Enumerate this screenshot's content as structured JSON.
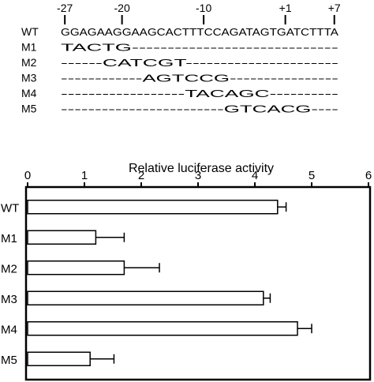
{
  "sequence_panel": {
    "positions": [
      {
        "label": "-27",
        "index": 0
      },
      {
        "label": "-20",
        "index": 7
      },
      {
        "label": "-10",
        "index": 17
      },
      {
        "label": "+1",
        "index": 27
      },
      {
        "label": "+7",
        "index": 33
      }
    ],
    "rows": [
      {
        "label": "WT",
        "seq": "GGAGAAGGAAGCACTTTCCAGATAGTGATCTTTA"
      },
      {
        "label": "M1",
        "seq": "TACTG-----------------------------"
      },
      {
        "label": "M2",
        "seq": "------CATCGT----------------------"
      },
      {
        "label": "M3",
        "seq": "------------AGTCCG----------------"
      },
      {
        "label": "M4",
        "seq": "------------------TACAGC----------"
      },
      {
        "label": "M5",
        "seq": "------------------------GTCACG----"
      }
    ]
  },
  "chart_data": {
    "type": "bar",
    "orientation": "horizontal",
    "title": "",
    "xlabel": "Relative luciferase activity",
    "ylabel": "",
    "xlim": [
      0,
      6
    ],
    "xticks": [
      "0",
      "1",
      "2",
      "3",
      "4",
      "5",
      "6"
    ],
    "categories": [
      "WT",
      "M1",
      "M2",
      "M3",
      "M4",
      "M5"
    ],
    "values": [
      4.4,
      1.2,
      1.7,
      4.15,
      4.75,
      1.1
    ],
    "errors": [
      0.15,
      0.5,
      0.62,
      0.12,
      0.25,
      0.42
    ],
    "grid": false,
    "bar_color": "#ffffff",
    "edge_color": "#000000"
  }
}
